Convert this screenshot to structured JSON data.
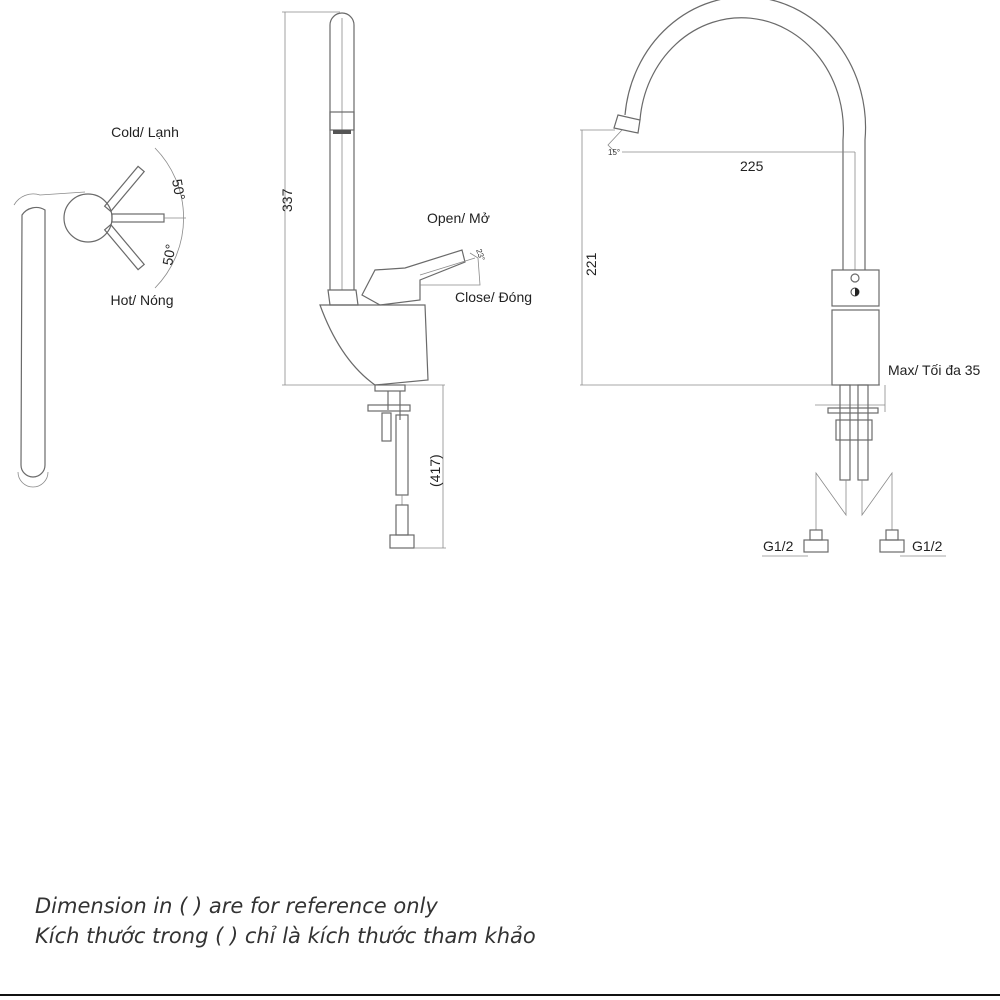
{
  "top_view": {
    "cold_label": "Cold/ Lạnh",
    "hot_label": "Hot/ Nóng",
    "cold_angle": "50°",
    "hot_angle": "50°"
  },
  "side_view": {
    "height_dim": "337",
    "open_label": "Open/ Mở",
    "lever_angle": "23°",
    "close_label": "Close/ Đóng",
    "total_dim": "(417)"
  },
  "front_view": {
    "reach_dim": "225",
    "height_dim": "221",
    "spout_angle": "15°",
    "max_thickness_label": "Max/ Tối đa 35",
    "left_thread": "G1/2",
    "right_thread": "G1/2"
  },
  "notes": {
    "en": "Dimension in ( ) are for reference only",
    "vi": "Kích thước trong ( ) chỉ là kích thước tham khảo"
  }
}
